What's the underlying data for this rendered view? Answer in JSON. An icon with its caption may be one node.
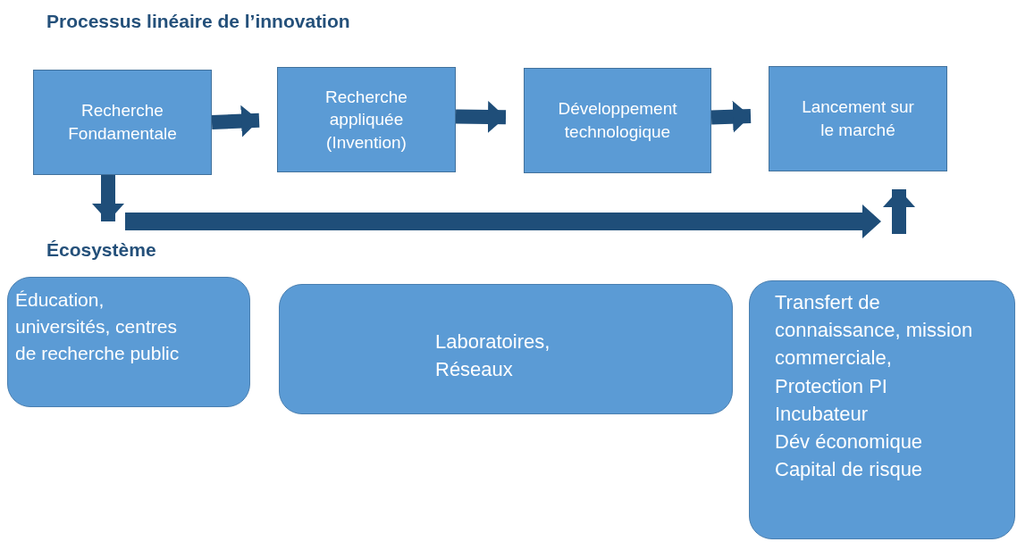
{
  "diagram": {
    "title": "Processus linéaire de l’innovation",
    "nodes": [
      {
        "text": [
          "Recherche Fondamentale"
        ]
      },
      {
        "text": [
          "Recherche appliquée (Invention)"
        ]
      },
      {
        "text": [
          "Développement technologique"
        ]
      },
      {
        "text": [
          "Lancement sur le marché"
        ]
      },
      {
        "text": [
          "Écosystème"
        ]
      },
      {
        "text": [
          "Éducation, universités, centres de recherche public"
        ]
      },
      {
        "text": [
          "Laboratoires, Réseaux"
        ]
      },
      {
        "text": [
          "Transfert de connaissance, mission commerciale,",
          "Protection PI",
          "Incubateur",
          "Dév économique",
          "Capital de risque"
        ]
      }
    ],
    "edges": [
      {
        "from": 0,
        "to": 1,
        "arrow": "to"
      },
      {
        "from": 1,
        "to": 2,
        "arrow": "to"
      },
      {
        "from": 2,
        "to": 3,
        "arrow": "to"
      },
      {
        "from": 0,
        "to": 4,
        "arrow": "to"
      },
      {
        "from": null,
        "to": 3,
        "arrow": "to"
      }
    ]
  }
}
